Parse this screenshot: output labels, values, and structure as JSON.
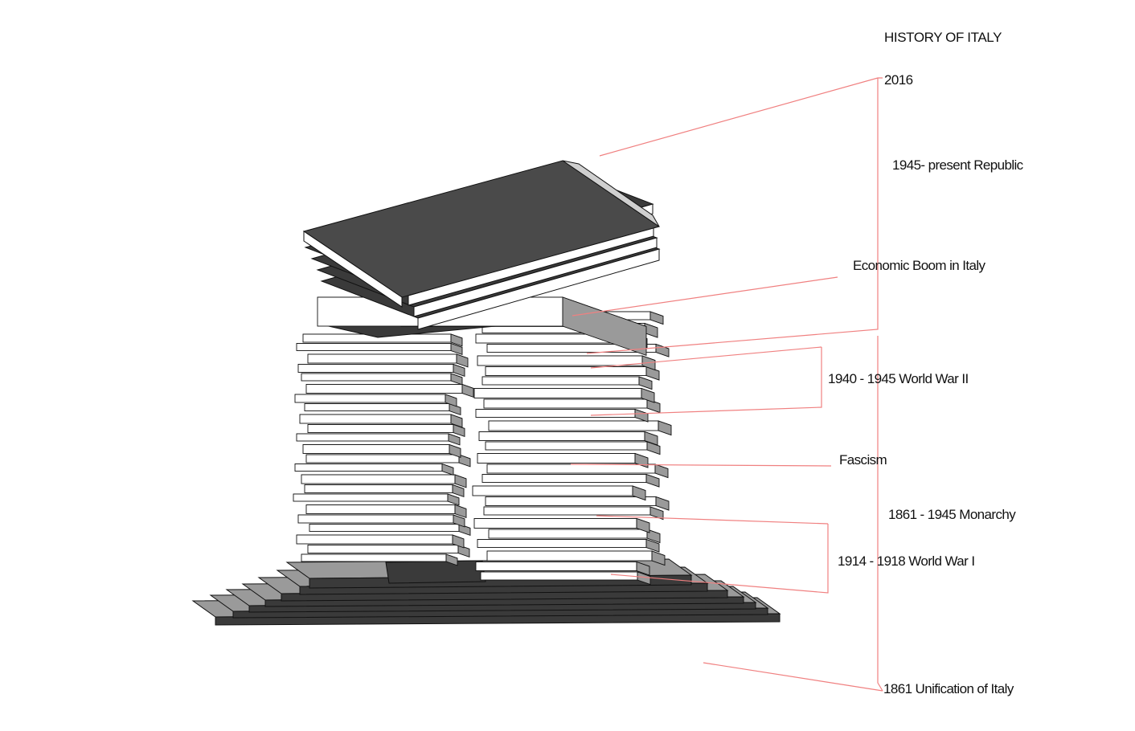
{
  "title": "HISTORY OF ITALY",
  "labels": {
    "y2016": "2016",
    "republic": "1945- present Republic",
    "boom": "Economic Boom  in Italy",
    "ww2": "1940 - 1945 World War II",
    "fascism": "Fascism",
    "monarchy": "1861 - 1945 Monarchy",
    "ww1": "1914 - 1918 World War I",
    "unification": "1861 Unification of Italy"
  },
  "colors": {
    "leader_line": "#f08080",
    "slab_top": "#ffffff",
    "slab_side": "#9a9a9a",
    "slab_dark": "#3a3a3a",
    "outline": "#111111"
  }
}
